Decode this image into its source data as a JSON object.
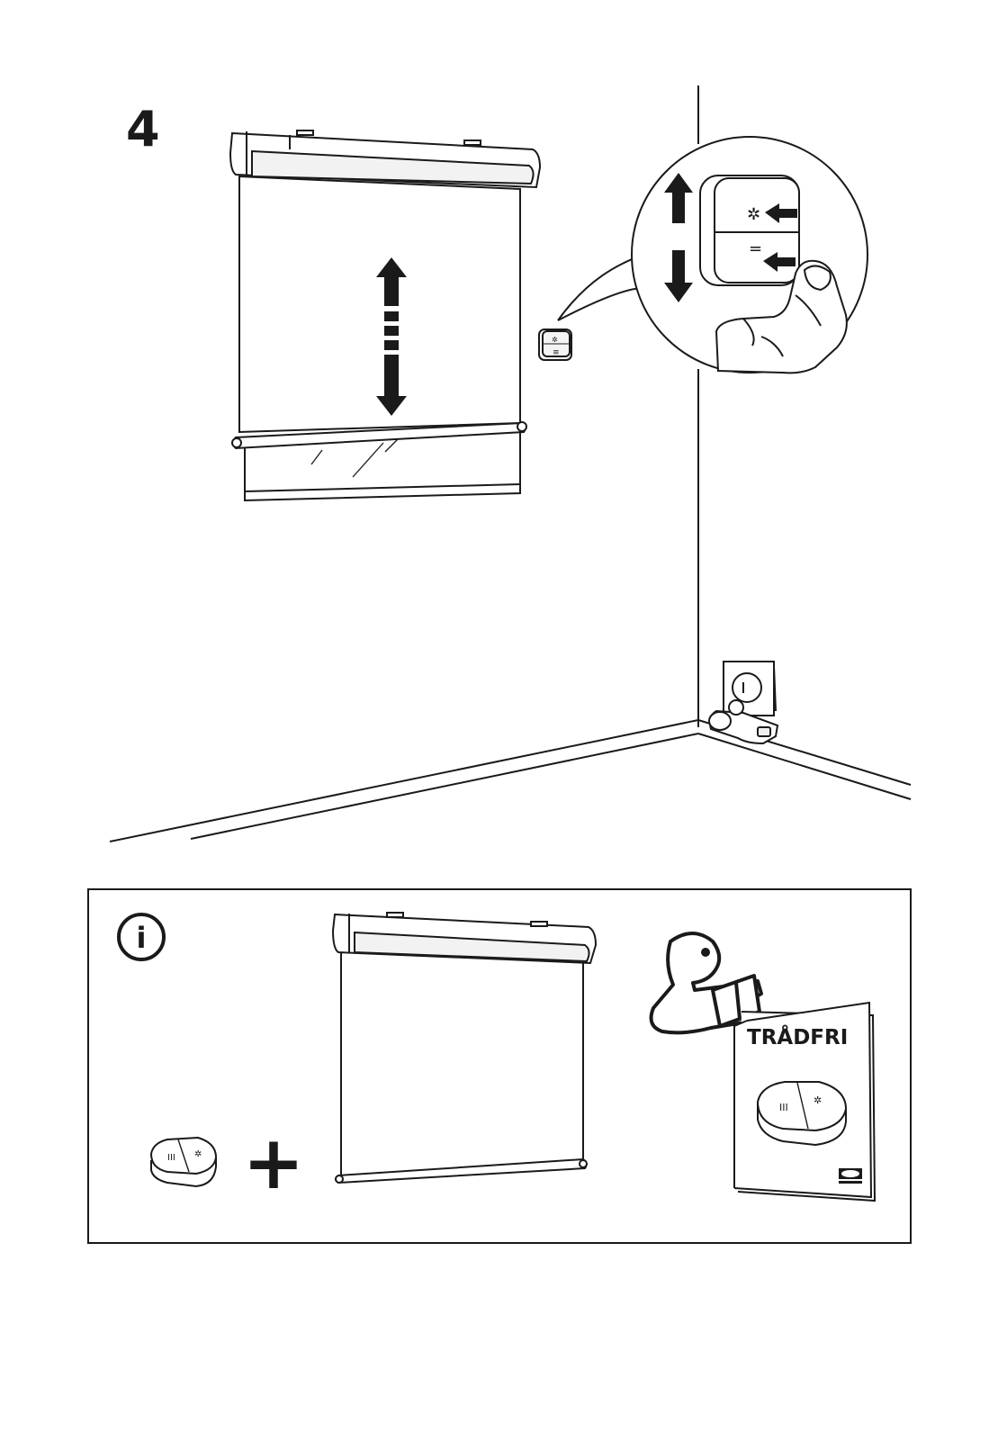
{
  "step": {
    "number": "4"
  },
  "info_panel": {
    "info_symbol": "i",
    "booklet_title": "TRÅDFRI",
    "plus_symbol": "+"
  },
  "icons": {
    "info": "info-icon",
    "up_down_arrow": "up-down-arrow-icon",
    "remote": "remote-control-icon",
    "hand": "hand-icon",
    "reader": "reading-person-icon",
    "booklet": "manual-booklet-icon",
    "brand_logo": "brand-logo-icon",
    "repeater": "signal-repeater-icon",
    "wall_socket": "wall-socket-icon"
  },
  "colors": {
    "ink": "#1a1a1a",
    "paper": "#ffffff"
  }
}
